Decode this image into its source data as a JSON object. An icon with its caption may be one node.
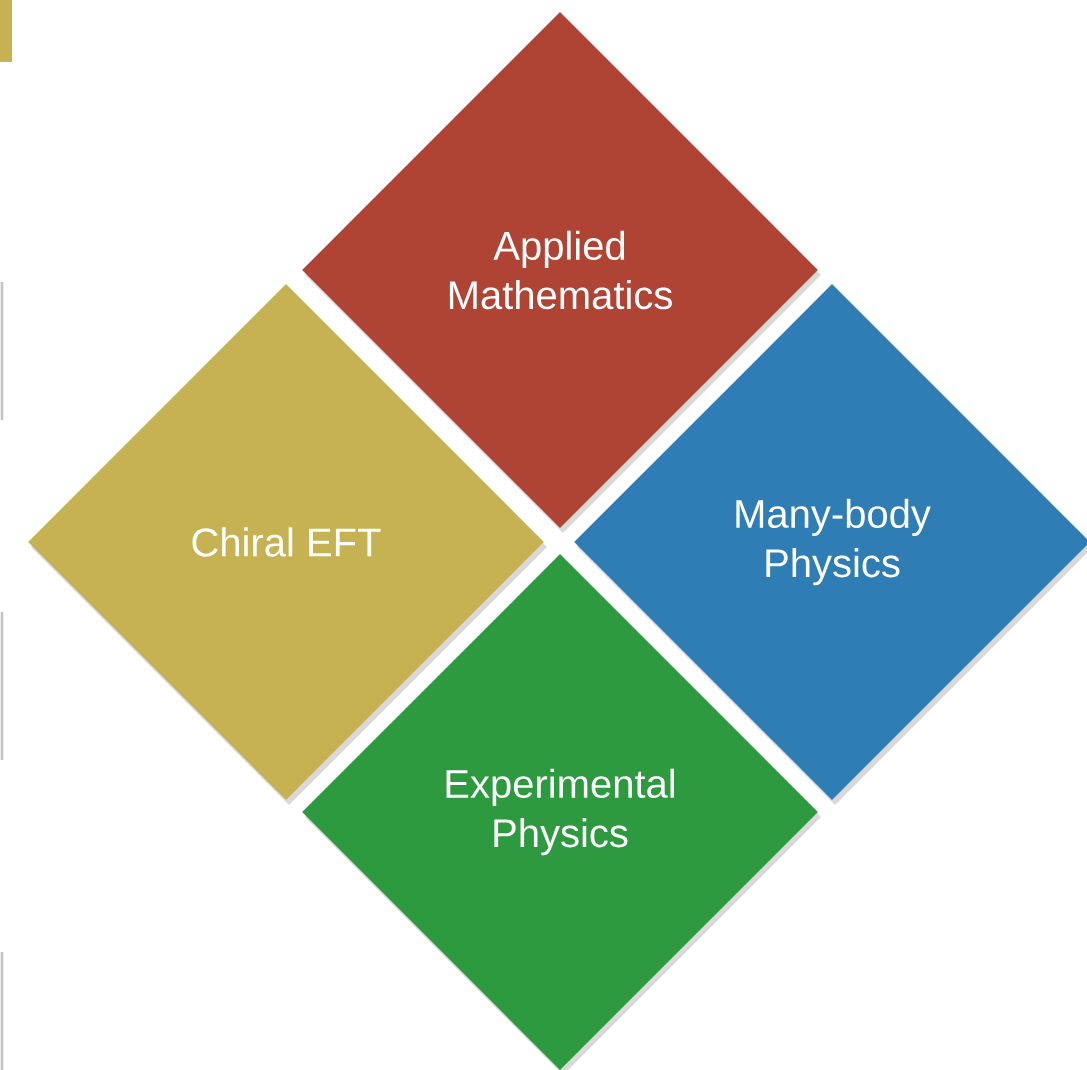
{
  "diagram": {
    "nodes": [
      {
        "text": [
          "Applied Mathematics"
        ]
      },
      {
        "text": [
          "Chiral EFT"
        ]
      },
      {
        "text": [
          "Many-body Physics"
        ]
      },
      {
        "text": [
          "Experimental Physics"
        ]
      }
    ]
  }
}
